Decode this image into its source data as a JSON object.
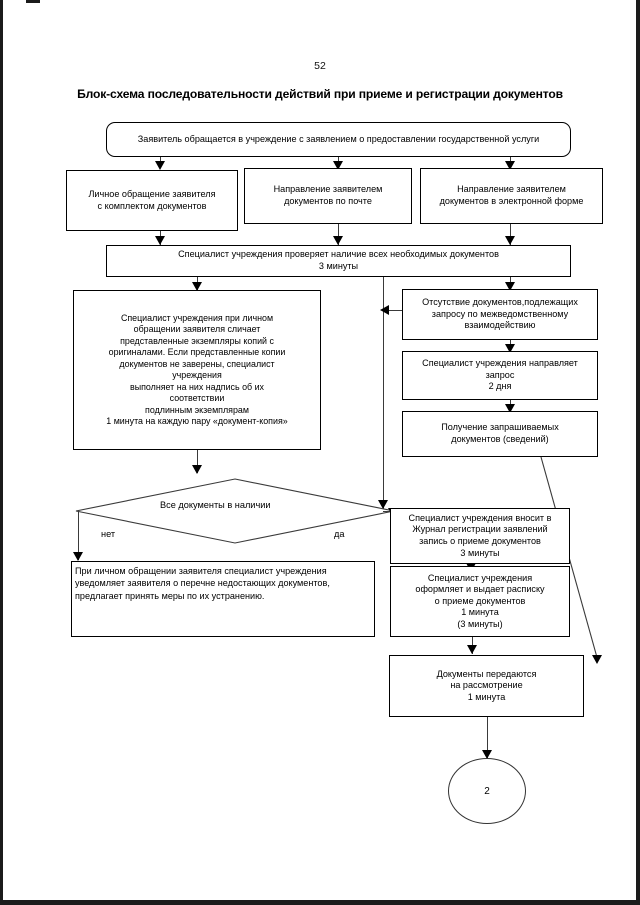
{
  "document": {
    "page_number": "52",
    "title": "Блок-схема последовательности действий при приеме и регистрации документов"
  },
  "flowchart": {
    "type": "flowchart",
    "nodes": {
      "start": {
        "shape": "rounded-rectangle",
        "text": "Заявитель обращается в учреждение с заявлением о предоставлении государственной услуги"
      },
      "channel_personal": {
        "shape": "rectangle",
        "text": "Личное обращение заявителя\nс комплектом документов"
      },
      "channel_mail": {
        "shape": "rectangle",
        "text": "Направление заявителем\nдокументов по почте"
      },
      "channel_electronic": {
        "shape": "rectangle",
        "text": "Направление заявителем\nдокументов в электронной форме"
      },
      "check_documents": {
        "shape": "rectangle",
        "text": "Специалист учреждения проверяет наличие всех необходимых документов\n3 минуты"
      },
      "compare_copies": {
        "shape": "rectangle",
        "text": "Специалист учреждения при личном\nобращении заявителя сличает\nпредставленные экземпляры копий с\nоригиналами. Если представленные копии\nдокументов не заверены, специалист\nучреждения\nвыполняет на них надпись об их\nсоответствии\nподлинным экземплярам\n1 минута на каждую пару «документ-копия»"
      },
      "missing_interagency": {
        "shape": "rectangle",
        "text": "Отсутствие документов,подлежащих\nзапросу по межведомственному\nвзаимодействию"
      },
      "send_request": {
        "shape": "rectangle",
        "text": "Специалист учреждения направляет\nзапрос\n2 дня"
      },
      "receive_documents": {
        "shape": "rectangle",
        "text": "Получение запрашиваемых\nдокументов (сведений)"
      },
      "decision_all_present": {
        "shape": "diamond",
        "text": "Все документы в наличии",
        "branch_no": "нет",
        "branch_yes": "да"
      },
      "notify_missing": {
        "shape": "rectangle",
        "text": "При личном обращении заявителя специалист учреждения\nуведомляет заявителя о перечне недостающих документов,\nпредлагает принять меры по их устранению."
      },
      "journal_entry": {
        "shape": "rectangle",
        "text": "Специалист учреждения вносит в\nЖурнал регистрации заявлений\nзапись о приеме документов\n3 минуты"
      },
      "issue_receipt": {
        "shape": "rectangle",
        "text": "Специалист учреждения\nоформляет и выдает расписку\nо приеме документов\n1 минута\n(3 минуты)"
      },
      "transfer_documents": {
        "shape": "rectangle",
        "text": "Документы передаются\nна рассмотрение\n1 минута"
      },
      "connector_next": {
        "shape": "circle",
        "text": "2"
      }
    }
  }
}
